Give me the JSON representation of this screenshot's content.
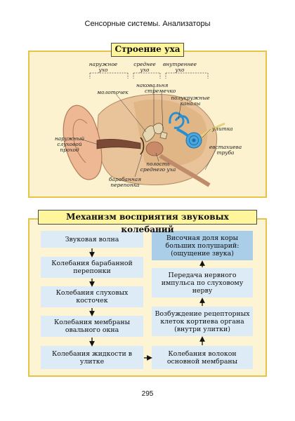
{
  "header": {
    "title": "Сенсорные системы. Анализаторы"
  },
  "ear": {
    "title": "Строение уха",
    "sections": {
      "outer": "наружное ухо",
      "middle": "среднее ухо",
      "inner": "внутреннее ухо"
    },
    "labels": {
      "anvil": "наковальня",
      "hammer": "молоточек",
      "stirrup": "стремечко",
      "semicircular": "полукружные каналы",
      "canal": "наружный слуховой проход",
      "cochlea": "улитка",
      "eustachian": "евстахиева труба",
      "cavity": "полость среднего уха",
      "eardrum": "барабанная перепонка"
    }
  },
  "mechanism": {
    "title": "Механизм восприятия звуковых колебаний",
    "left": [
      "Звуковая волна",
      "Колебания барабанной перепонки",
      "Колебания слуховых косточек",
      "Колебания мембраны овального окна",
      "Колебания жидкости в улитке"
    ],
    "right": [
      "Височная доля коры больших полушарий: (ощущение звука)",
      "Передача нервного импульса по слуховому нерву",
      "Возбуждение рецепторных клеток кортиева органа (внутри улитки)",
      "Колебания волокон основной мембраны"
    ]
  },
  "page": {
    "number": "295"
  }
}
